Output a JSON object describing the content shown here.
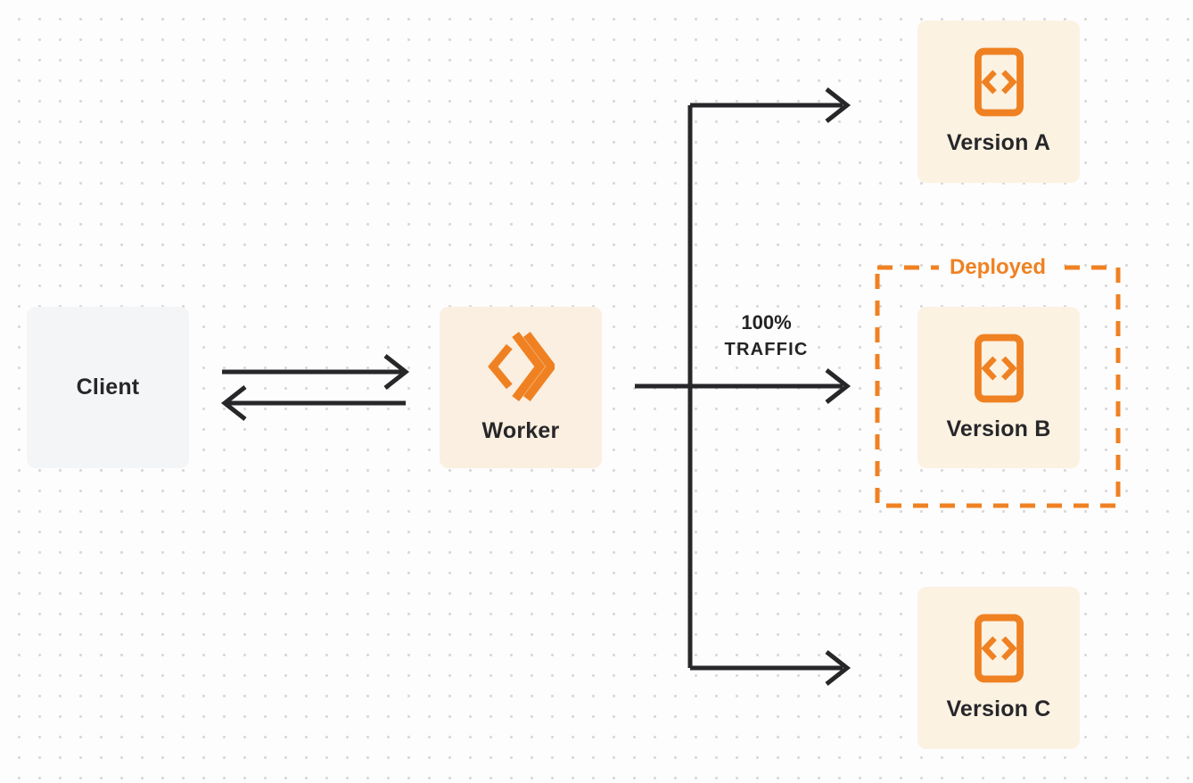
{
  "nodes": {
    "client": {
      "label": "Client"
    },
    "worker": {
      "label": "Worker",
      "icon": "cloudflare-workers-icon"
    },
    "version_a": {
      "label": "Version A",
      "icon": "code-file-icon"
    },
    "version_b": {
      "label": "Version B",
      "icon": "code-file-icon"
    },
    "version_c": {
      "label": "Version C",
      "icon": "code-file-icon"
    }
  },
  "labels": {
    "traffic_pct": "100%",
    "traffic_word": "TRAFFIC",
    "deployed": "Deployed"
  },
  "edges": [
    {
      "from": "client",
      "to": "worker",
      "direction": "right"
    },
    {
      "from": "worker",
      "to": "client",
      "direction": "left"
    },
    {
      "from": "worker",
      "to": "version_a"
    },
    {
      "from": "worker",
      "to": "version_b",
      "label": "100% TRAFFIC"
    },
    {
      "from": "worker",
      "to": "version_c"
    }
  ],
  "colors": {
    "accent_orange": "#EF8122",
    "line_dark": "#27272A",
    "text_dark": "#27272A",
    "client_box_bg": "#F4F5F6",
    "worker_box_bg": "#FAEFE0",
    "version_box_bg": "#FCF2E2",
    "canvas_bg": "#FDFDFD",
    "dot_color": "#D9D9D9"
  }
}
